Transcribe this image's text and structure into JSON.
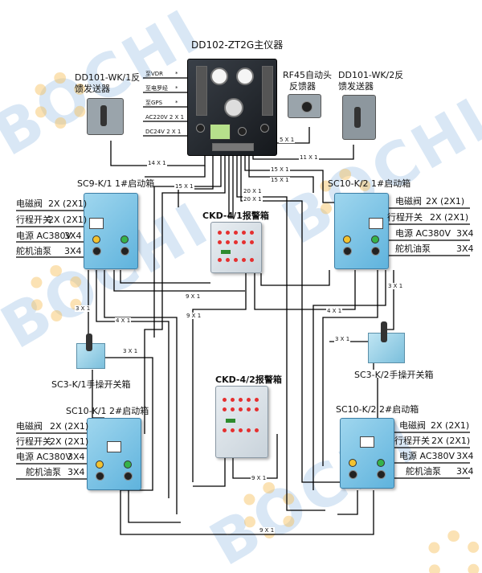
{
  "main_unit": {
    "title": "DD102-ZT2G主仪器",
    "outputs": [
      "至VDR",
      "至电罗经",
      "至GPS",
      "AC220V 2 X 1",
      "DC24V 2 X 1"
    ],
    "output_marks": [
      "*",
      "*",
      "*"
    ]
  },
  "feedback_1": {
    "title_line1": "DD101-WK/1反",
    "title_line2": "馈发送器"
  },
  "feedback_2": {
    "title_line1": "DD101-WK/2反",
    "title_line2": "馈发送器"
  },
  "rf45": {
    "title_line1": "RF45自动头",
    "title_line2": "反馈器"
  },
  "starter_sc9": {
    "title": "SC9-K/1 1#启动箱",
    "rows": [
      {
        "label": "电磁阀",
        "value": "2X (2X1)"
      },
      {
        "label": "行程开关",
        "value": "2X (2X1)"
      },
      {
        "label": "电源 AC380V",
        "value": "3X4"
      },
      {
        "label": "舵机油泵",
        "value": "3X4"
      }
    ]
  },
  "starter_sc10_k2_1": {
    "title": "SC10-K/2 1#启动箱",
    "rows": [
      {
        "label": "电磁阀",
        "value": "2X (2X1)"
      },
      {
        "label": "行程开关",
        "value": "2X (2X1)"
      },
      {
        "label": "电源 AC380V",
        "value": "3X4"
      },
      {
        "label": "舵机油泵",
        "value": "3X4"
      }
    ]
  },
  "starter_sc10_k1_2": {
    "title": "SC10-K/1 2#启动箱",
    "rows": [
      {
        "label": "电磁阀",
        "value": "2X (2X1)"
      },
      {
        "label": "行程开关",
        "value": "2X (2X1)"
      },
      {
        "label": "电源 AC380V",
        "value": "3X4"
      },
      {
        "label": "舵机油泵",
        "value": "3X4"
      }
    ]
  },
  "starter_sc10_k2_2": {
    "title": "SC10-K/2 2#启动箱",
    "rows": [
      {
        "label": "电磁阀",
        "value": "2X (2X1)"
      },
      {
        "label": "行程开关",
        "value": "2X (2X1)"
      },
      {
        "label": "电源 AC380V",
        "value": "3X4"
      },
      {
        "label": "舵机油泵",
        "value": "3X4"
      }
    ]
  },
  "alarm_1": {
    "title": "CKD-4/1报警箱"
  },
  "alarm_2": {
    "title": "CKD-4/2报警箱"
  },
  "switch_1": {
    "title": "SC3-K/1手操开关箱"
  },
  "switch_2": {
    "title": "SC3-K/2手操开关箱"
  },
  "cables": {
    "rf45_5x1": "5 X 1",
    "main_11x1": "11 X 1",
    "main_15x1_left": "15 X 1",
    "main_14x1": "14 X 1",
    "main_15x1_right_a": "15 X 1",
    "main_15x1_right_b": "15 X 1",
    "main_20x1_a": "20 X 1",
    "main_20x1_b": "20 X 1",
    "alarm1_9x1_left": "9 X 1",
    "alarm1_9x1_right": "9 X 1",
    "left_3x1_a": "3 X 1",
    "left_4x1": "4 X 1",
    "left_3x1_b": "3 X 1",
    "right_3x1_a": "3 X 1",
    "right_4x1": "4 X 1",
    "right_3x1_b": "3 X 1",
    "alarm2_9x1": "9 X 1",
    "bottom_9x1": "9 X 1"
  },
  "watermark": {
    "text": "BOCHI"
  },
  "colors": {
    "starter_blue": "#6cbde3",
    "alarm_grey": "#d5dde3",
    "main_dark": "#1e2227",
    "wire": "#000000",
    "watermark_blue": "#78aadc",
    "watermark_gear": "#f5be5a"
  }
}
